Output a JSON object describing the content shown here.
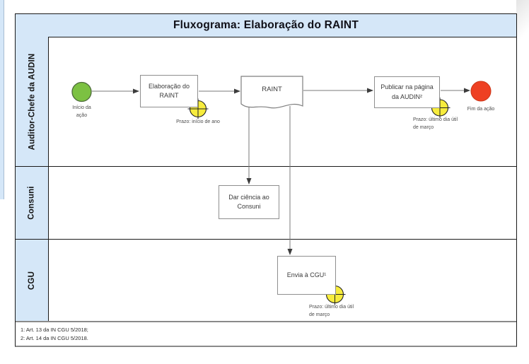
{
  "title": "Fluxograma: Elaboração do RAINT",
  "lanes": [
    {
      "id": "auditor-chefe-audin",
      "label": "Auditor-Chefe da AUDIN"
    },
    {
      "id": "consuni",
      "label": "Consuni"
    },
    {
      "id": "cgu",
      "label": "CGU"
    }
  ],
  "nodes": {
    "start_event": {
      "type": "start-event",
      "label": "Início da\nação"
    },
    "task_elaboracao": {
      "type": "task",
      "label": "Elaboração do\nRAINT"
    },
    "timer_inicio_ano": {
      "type": "timer",
      "label": "Prazo: início de ano"
    },
    "doc_raint": {
      "type": "document",
      "label": "RAINT"
    },
    "task_publicar": {
      "type": "task",
      "label": "Publicar na página\nda AUDIN²"
    },
    "timer_publicar": {
      "type": "timer",
      "label": "Prazo: último dia útil\nde março"
    },
    "end_event": {
      "type": "end-event",
      "label": "Fim da ação"
    },
    "task_dar_ciencia": {
      "type": "task",
      "label": "Dar ciência ao\nConsuni"
    },
    "task_envia_cgu": {
      "type": "task",
      "label": "Envia à CGU¹"
    },
    "timer_envia_cgu": {
      "type": "timer",
      "label": "Prazo: último dia útil\nde março"
    }
  },
  "footnotes": [
    "1: Art. 13 da IN CGU 5/2018;",
    "2: Art. 14 da IN CGU 5/2018."
  ],
  "colors": {
    "lane_fill": "#d5e7f8",
    "start_fill": "#7cc142",
    "end_fill": "#ee4023",
    "timer_fill": "#f7ec3d",
    "connector": "#7a7a7a"
  }
}
